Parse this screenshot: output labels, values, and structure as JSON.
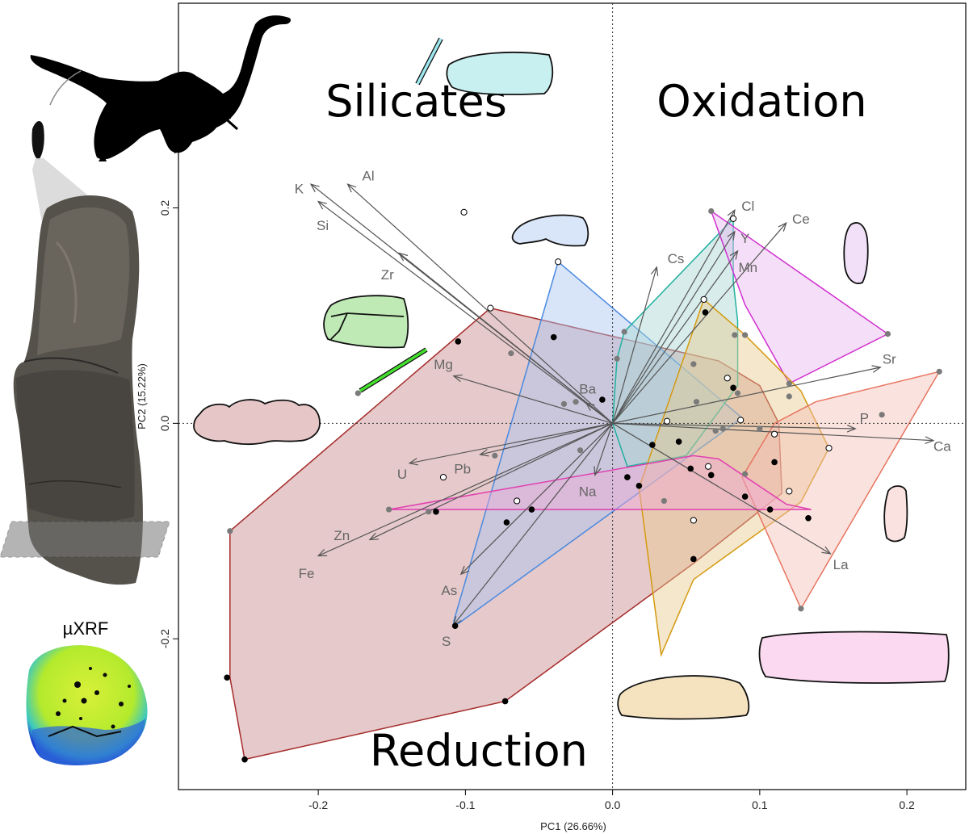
{
  "chart_data": {
    "type": "scatter",
    "xlabel": "PC1 (26.66%)",
    "ylabel": "PC2 (15.22%)",
    "xlim": [
      -0.295,
      0.24
    ],
    "ylim": [
      -0.34,
      0.39
    ],
    "xticks": [
      -0.2,
      -0.1,
      0.0,
      0.1,
      0.2
    ],
    "xtick_labels": [
      "-0.2",
      "-0.1",
      "0.0",
      "0.1",
      "0.2"
    ],
    "yticks": [
      -0.2,
      0.0,
      0.2
    ],
    "ytick_labels": [
      "-0.2",
      "0.0",
      "0.2"
    ],
    "grid": false,
    "reference_lines": [
      "x=0",
      "y=0"
    ],
    "region_labels": [
      {
        "text": "Silicates",
        "x": -0.195,
        "y": 0.285
      },
      {
        "text": "Oxidation",
        "x": 0.03,
        "y": 0.285
      },
      {
        "text": "Reduction",
        "x": -0.165,
        "y": -0.318
      }
    ],
    "inset_label": "µXRF",
    "loadings": [
      {
        "name": "K",
        "x": -0.205,
        "y": 0.222,
        "lx": -0.213,
        "ly": 0.218
      },
      {
        "name": "Al",
        "x": -0.18,
        "y": 0.222,
        "lx": -0.166,
        "ly": 0.23
      },
      {
        "name": "Si",
        "x": -0.2,
        "y": 0.206,
        "lx": -0.197,
        "ly": 0.184
      },
      {
        "name": "Zr",
        "x": -0.145,
        "y": 0.158,
        "lx": -0.153,
        "ly": 0.138
      },
      {
        "name": "Mg",
        "x": -0.108,
        "y": 0.044,
        "lx": -0.115,
        "ly": 0.055
      },
      {
        "name": "Ba",
        "x": -0.018,
        "y": 0.019,
        "lx": -0.017,
        "ly": 0.032
      },
      {
        "name": "U",
        "x": -0.138,
        "y": -0.037,
        "lx": -0.143,
        "ly": -0.047
      },
      {
        "name": "Pb",
        "x": -0.09,
        "y": -0.029,
        "lx": -0.102,
        "ly": -0.042
      },
      {
        "name": "Na",
        "x": -0.012,
        "y": -0.048,
        "lx": -0.017,
        "ly": -0.063
      },
      {
        "name": "Zn",
        "x": -0.165,
        "y": -0.108,
        "lx": -0.184,
        "ly": -0.104
      },
      {
        "name": "Fe",
        "x": -0.2,
        "y": -0.123,
        "lx": -0.208,
        "ly": -0.139
      },
      {
        "name": "As",
        "x": -0.103,
        "y": -0.14,
        "lx": -0.111,
        "ly": -0.155
      },
      {
        "name": "S",
        "x": -0.108,
        "y": -0.187,
        "lx": -0.113,
        "ly": -0.202
      },
      {
        "name": "Cs",
        "x": 0.03,
        "y": 0.145,
        "lx": 0.043,
        "ly": 0.153
      },
      {
        "name": "Cl",
        "x": 0.083,
        "y": 0.198,
        "lx": 0.092,
        "ly": 0.202
      },
      {
        "name": "Y",
        "x": 0.083,
        "y": 0.178,
        "lx": 0.09,
        "ly": 0.172
      },
      {
        "name": "Mn",
        "x": 0.085,
        "y": 0.16,
        "lx": 0.092,
        "ly": 0.145
      },
      {
        "name": "Ce",
        "x": 0.118,
        "y": 0.186,
        "lx": 0.128,
        "ly": 0.19
      },
      {
        "name": "Sr",
        "x": 0.182,
        "y": 0.052,
        "lx": 0.188,
        "ly": 0.06
      },
      {
        "name": "P",
        "x": 0.165,
        "y": -0.005,
        "lx": 0.171,
        "ly": 0.005
      },
      {
        "name": "Ca",
        "x": 0.218,
        "y": -0.016,
        "lx": 0.224,
        "ly": -0.021
      },
      {
        "name": "La",
        "x": 0.148,
        "y": -0.121,
        "lx": 0.155,
        "ly": -0.131
      }
    ],
    "series": [
      {
        "color": "#a52a2a",
        "fill": "#c8888a",
        "hull": [
          [
            -0.083,
            0.107
          ],
          [
            0.072,
            0.058
          ],
          [
            0.1,
            0.035
          ],
          [
            0.113,
            0.0
          ],
          [
            0.115,
            -0.065
          ],
          [
            0.055,
            -0.13
          ],
          [
            -0.073,
            -0.258
          ],
          [
            -0.25,
            -0.312
          ],
          [
            -0.26,
            -0.236
          ],
          [
            -0.26,
            -0.1
          ]
        ]
      },
      {
        "color": "#4a8ae0",
        "fill": "#a9c4ef",
        "hull": [
          [
            -0.037,
            0.15
          ],
          [
            0.088,
            0.005
          ],
          [
            -0.107,
            -0.188
          ],
          [
            -0.108,
            -0.184
          ]
        ]
      },
      {
        "color": "#20b0a0",
        "fill": "#a9d8d2",
        "hull": [
          [
            0.082,
            0.19
          ],
          [
            0.082,
            0.132
          ],
          [
            0.085,
            0.095
          ],
          [
            0.085,
            0.035
          ],
          [
            0.05,
            -0.03
          ],
          [
            0.01,
            -0.04
          ],
          [
            0.0,
            0.0
          ],
          [
            0.003,
            0.06
          ],
          [
            0.008,
            0.085
          ]
        ]
      },
      {
        "color": "#d030d0",
        "fill": "#e8b6ef",
        "hull": [
          [
            0.067,
            0.197
          ],
          [
            0.09,
            0.11
          ],
          [
            0.12,
            0.037
          ],
          [
            0.187,
            0.083
          ]
        ]
      },
      {
        "color": "#d49a10",
        "fill": "#e8c98e",
        "hull": [
          [
            0.062,
            0.115
          ],
          [
            0.09,
            0.082
          ],
          [
            0.128,
            0.03
          ],
          [
            0.147,
            -0.023
          ],
          [
            0.128,
            -0.073
          ],
          [
            0.055,
            -0.145
          ],
          [
            0.033,
            -0.215
          ],
          [
            0.018,
            -0.06
          ]
        ]
      },
      {
        "color": "#e87560",
        "fill": "#f3bfb5",
        "hull": [
          [
            0.138,
            0.02
          ],
          [
            0.222,
            0.048
          ],
          [
            0.128,
            -0.172
          ],
          [
            0.088,
            -0.05
          ],
          [
            0.11,
            0.0
          ]
        ]
      },
      {
        "color": "#e040b0",
        "fill": "#f0a8d8",
        "hull": [
          [
            -0.152,
            -0.08
          ],
          [
            0.055,
            -0.03
          ],
          [
            0.072,
            -0.033
          ],
          [
            0.118,
            -0.075
          ],
          [
            0.135,
            -0.08
          ]
        ]
      }
    ],
    "points_black": [
      [
        -0.105,
        0.076
      ],
      [
        -0.04,
        0.08
      ],
      [
        -0.007,
        0.022
      ],
      [
        0.063,
        0.103
      ],
      [
        0.082,
        0.033
      ],
      [
        0.027,
        -0.02
      ],
      [
        0.045,
        -0.017
      ],
      [
        -0.12,
        -0.082
      ],
      [
        -0.072,
        -0.092
      ],
      [
        -0.055,
        -0.08
      ],
      [
        0.01,
        -0.05
      ],
      [
        0.018,
        -0.058
      ],
      [
        0.053,
        -0.042
      ],
      [
        0.067,
        -0.048
      ],
      [
        0.11,
        -0.036
      ],
      [
        0.09,
        -0.068
      ],
      [
        0.107,
        -0.08
      ],
      [
        0.133,
        -0.088
      ],
      [
        0.055,
        -0.126
      ],
      [
        -0.107,
        -0.188
      ],
      [
        -0.262,
        -0.236
      ],
      [
        -0.073,
        -0.258
      ],
      [
        -0.25,
        -0.312
      ]
    ],
    "points_white": [
      [
        -0.101,
        0.196
      ],
      [
        -0.083,
        0.107
      ],
      [
        -0.037,
        0.15
      ],
      [
        0.082,
        0.19
      ],
      [
        0.062,
        0.115
      ],
      [
        0.078,
        0.042
      ],
      [
        0.037,
        0.002
      ],
      [
        0.087,
        0.003
      ],
      [
        0.11,
        -0.01
      ],
      [
        0.147,
        -0.023
      ],
      [
        -0.115,
        -0.05
      ],
      [
        -0.065,
        -0.072
      ],
      [
        0.065,
        -0.04
      ],
      [
        0.055,
        -0.09
      ],
      [
        0.12,
        -0.063
      ]
    ],
    "points_grey": [
      [
        -0.173,
        0.028
      ],
      [
        -0.069,
        0.065
      ],
      [
        0.008,
        0.085
      ],
      [
        0.067,
        0.197
      ],
      [
        -0.033,
        0.018
      ],
      [
        -0.025,
        0.02
      ],
      [
        0.003,
        0.06
      ],
      [
        0.055,
        0.055
      ],
      [
        0.083,
        0.082
      ],
      [
        0.09,
        0.082
      ],
      [
        0.187,
        0.083
      ],
      [
        0.057,
        0.02
      ],
      [
        0.075,
        -0.005
      ],
      [
        0.1,
        -0.005
      ],
      [
        0.12,
        0.025
      ],
      [
        0.183,
        0.008
      ],
      [
        -0.022,
        -0.025
      ],
      [
        -0.08,
        -0.03
      ],
      [
        0.07,
        -0.007
      ],
      [
        0.09,
        -0.047
      ],
      [
        -0.125,
        -0.082
      ],
      [
        -0.152,
        -0.08
      ],
      [
        0.035,
        -0.072
      ],
      [
        0.128,
        -0.172
      ],
      [
        0.222,
        0.048
      ],
      [
        0.12,
        0.037
      ],
      [
        0.085,
        0.028
      ],
      [
        -0.26,
        -0.1
      ]
    ]
  }
}
